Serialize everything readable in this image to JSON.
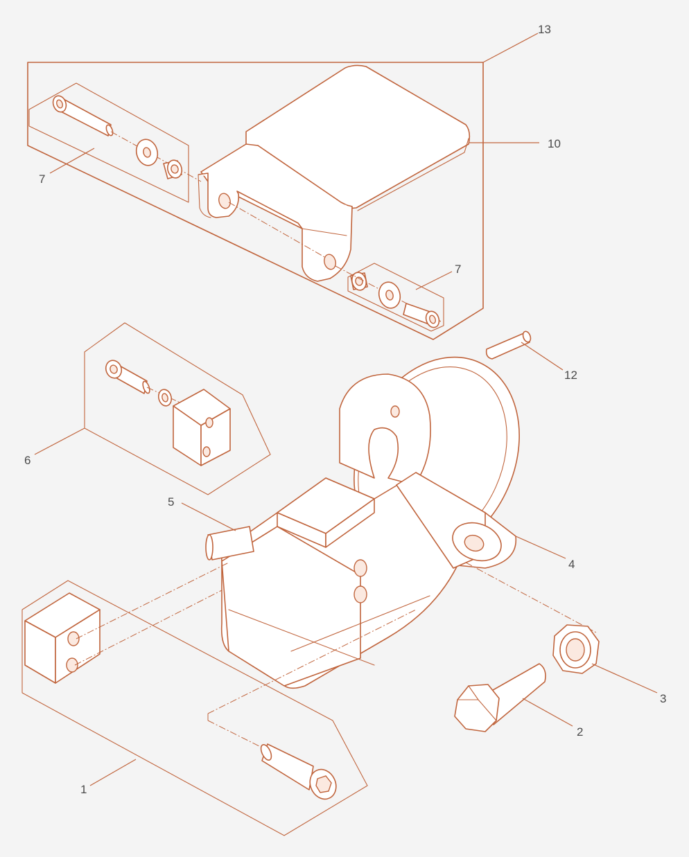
{
  "diagram": {
    "line_color": "#c0643c",
    "label_color": "#4a4a4a",
    "background_color": "#f4f4f4",
    "callouts": {
      "c1": "1",
      "c2": "2",
      "c3": "3",
      "c4": "4",
      "c5": "5",
      "c6": "6",
      "c7a": "7",
      "c7b": "7",
      "c10": "10",
      "c12": "12",
      "c13": "13"
    }
  }
}
